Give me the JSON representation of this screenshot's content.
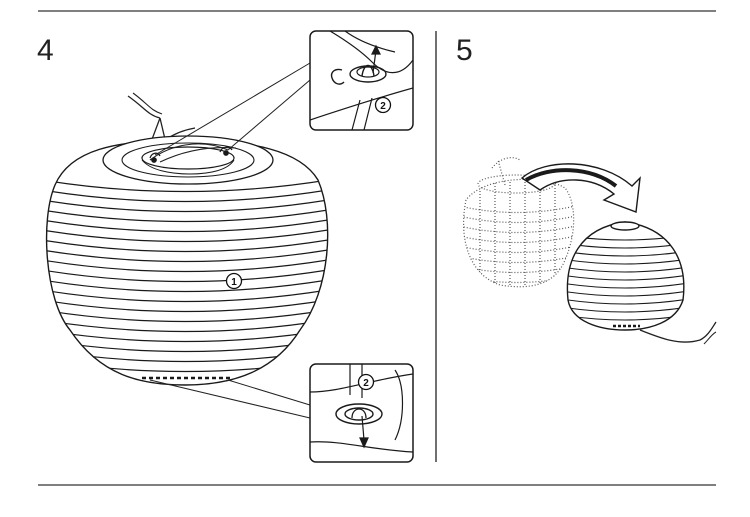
{
  "steps": [
    {
      "number": "4",
      "callouts": [
        "1",
        "2",
        "2"
      ]
    },
    {
      "number": "5"
    }
  ],
  "colors": {
    "line": "#1a1a1a",
    "rule": "#555555",
    "paper": "#ffffff"
  }
}
